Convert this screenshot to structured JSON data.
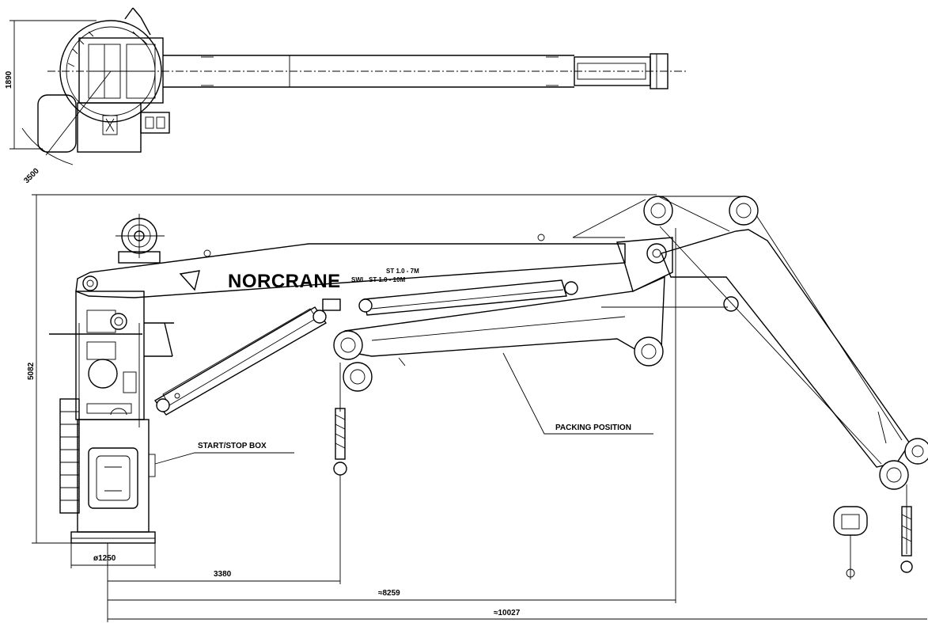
{
  "brand": "NORCRANE",
  "swl": {
    "prefix": "SWL",
    "line1": "ST 1.0 - 7M",
    "line2": "ST 1.0 - 10M"
  },
  "labels": {
    "start_stop_box": "START/STOP BOX",
    "packing_position": "PACKING POSITION"
  },
  "dimensions": {
    "top_height": "1890",
    "top_radius": "3500",
    "overall_height": "5082",
    "pedestal_dia": "ø1250",
    "min_reach": "3380",
    "mid_reach": "≈8259",
    "max_reach": "≈10027"
  }
}
